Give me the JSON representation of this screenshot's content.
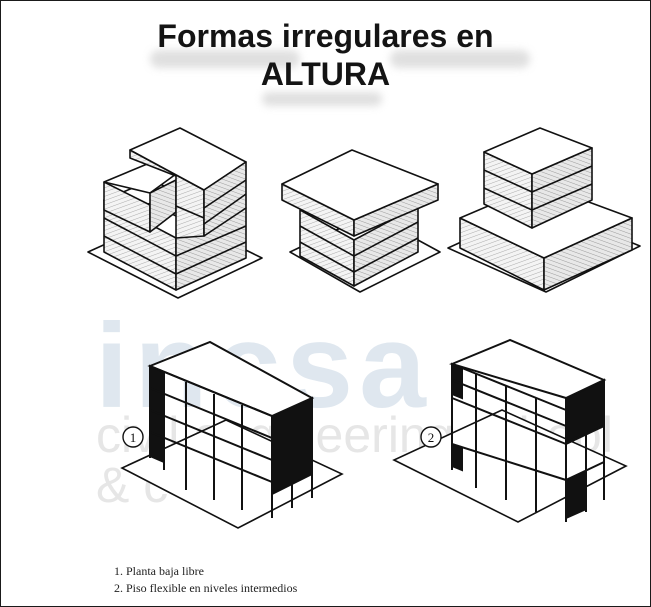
{
  "title": {
    "line1": "Formas irregulares en",
    "line2": "ALTURA"
  },
  "watermark": {
    "main": "incsa",
    "sub": "civil engineering school & c"
  },
  "figure_labels": {
    "fig1": "1",
    "fig2": "2"
  },
  "captions": [
    "1. Planta baja libre",
    "2. Piso flexible en niveles intermedios"
  ]
}
